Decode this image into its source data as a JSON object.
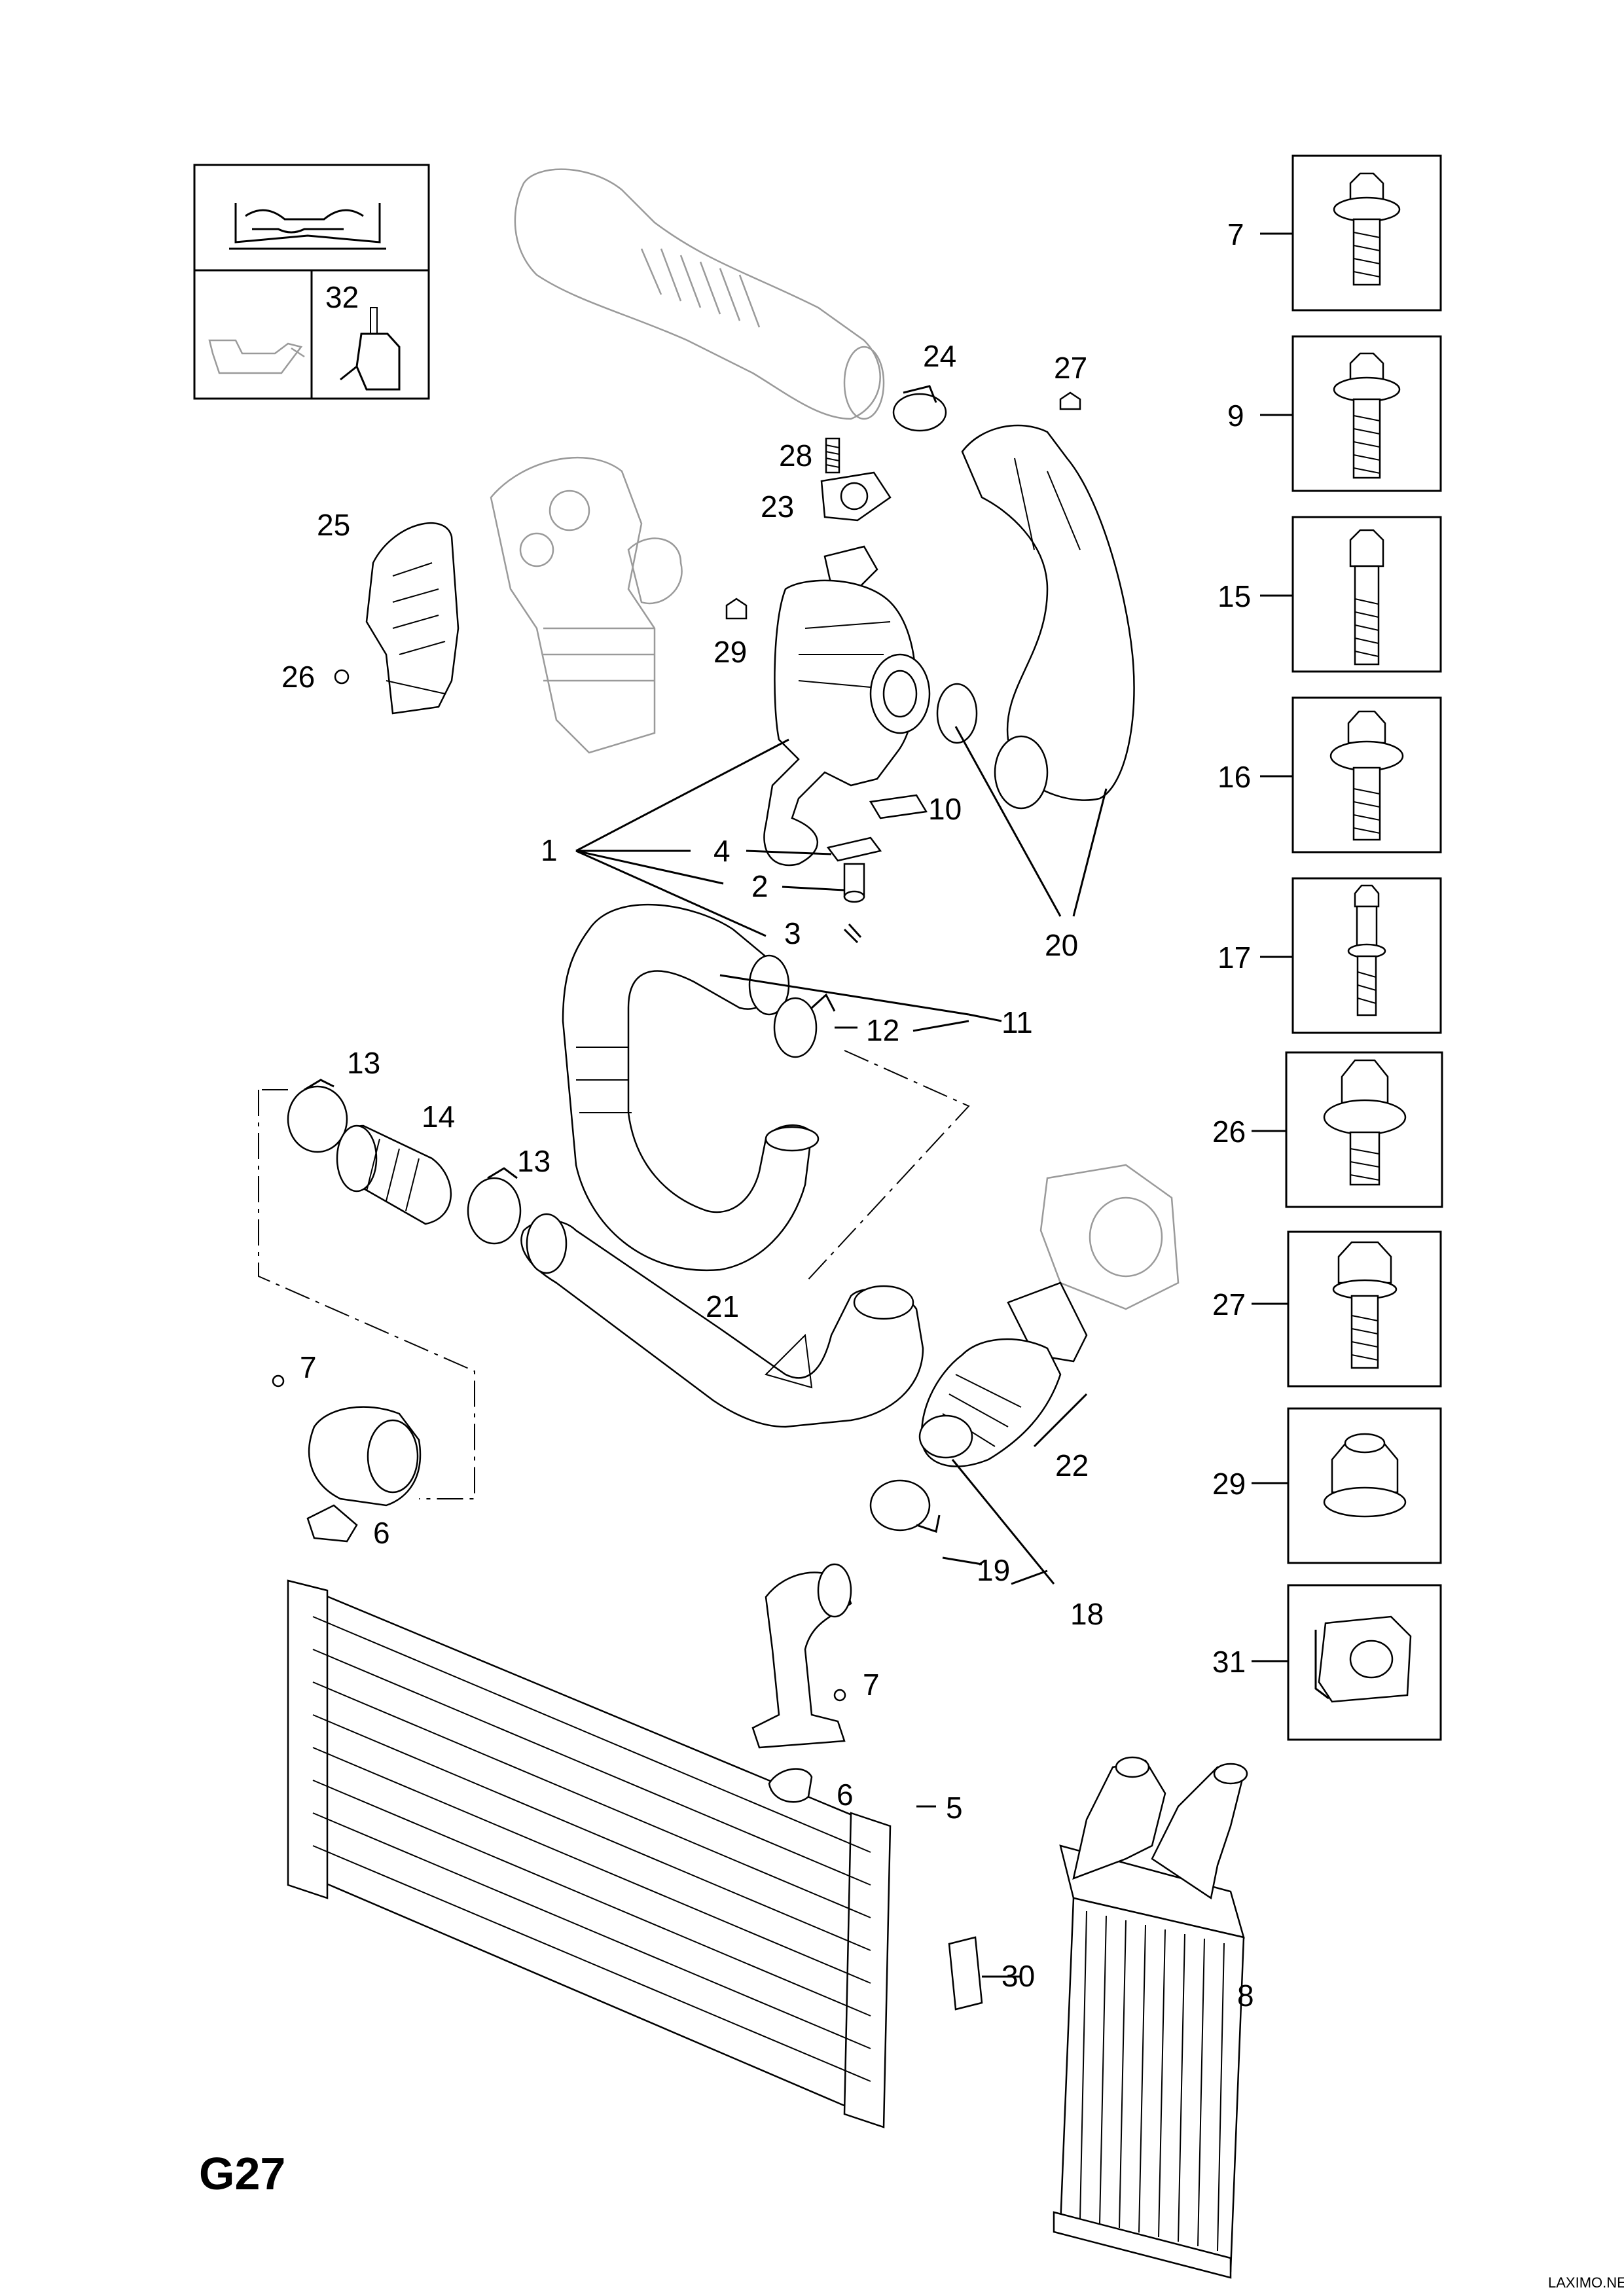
{
  "page": {
    "code": "G27",
    "watermark": "LAXIMO.NET"
  },
  "legend": {
    "manual_icon": "repair-manual-icon",
    "oil_icon": "oil-can-icon",
    "sealant_label": "32",
    "sealant_icon": "sealant-bottle-icon"
  },
  "fastener_table": [
    {
      "label": "7",
      "icon": "flange-bolt-icon"
    },
    {
      "label": "9",
      "icon": "flange-bolt-icon"
    },
    {
      "label": "15",
      "icon": "bolt-icon"
    },
    {
      "label": "16",
      "icon": "flange-bolt-icon"
    },
    {
      "label": "17",
      "icon": "stud-bolt-icon"
    },
    {
      "label": "26",
      "icon": "flange-bolt-icon"
    },
    {
      "label": "27",
      "icon": "hex-bolt-icon"
    },
    {
      "label": "29",
      "icon": "flange-nut-icon"
    },
    {
      "label": "31",
      "icon": "clip-nut-icon"
    }
  ],
  "callouts": {
    "c1": "1",
    "c2": "2",
    "c3": "3",
    "c4": "4",
    "c5": "5",
    "c6a": "6",
    "c6b": "6",
    "c7a": "7",
    "c7b": "7",
    "c8": "8",
    "c10": "10",
    "c11": "11",
    "c12": "12",
    "c13a": "13",
    "c13b": "13",
    "c14": "14",
    "c18": "18",
    "c19": "19",
    "c20": "20",
    "c21": "21",
    "c22": "22",
    "c23": "23",
    "c24": "24",
    "c25": "25",
    "c26": "26",
    "c27": "27",
    "c28": "28",
    "c29": "29",
    "c30": "30"
  }
}
